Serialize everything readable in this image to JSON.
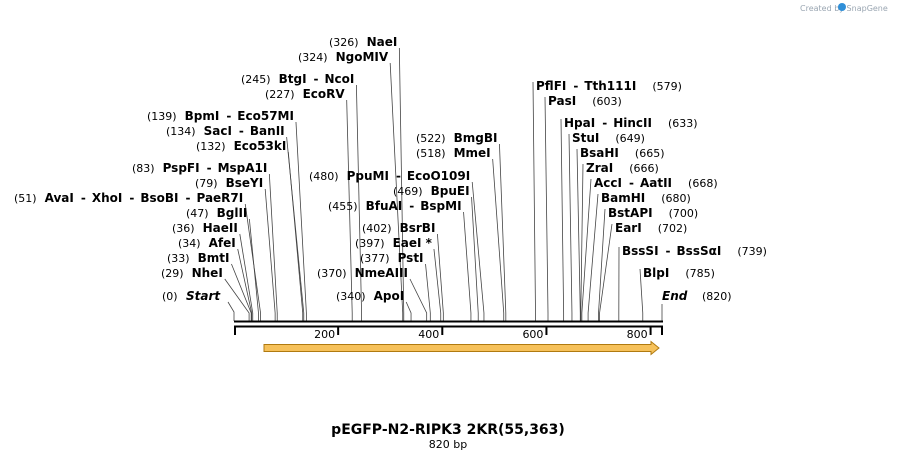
{
  "watermark": "Created by SnapGene",
  "construct": {
    "name": "pEGFP-N2-RIPK3 2KR(55,363)",
    "length_label": "820 bp",
    "length_bp": 820
  },
  "ends": [
    {
      "name": "Start",
      "pos": 0
    },
    {
      "name": "End",
      "pos": 820
    }
  ],
  "ruler": {
    "ticks": [
      "200",
      "400",
      "600",
      "800"
    ]
  },
  "sites": [
    {
      "pos": 51,
      "names": [
        "AvaI",
        "XhoI",
        "BsoBI",
        "PaeR7I"
      ],
      "side": "left"
    },
    {
      "pos": 83,
      "names": [
        "PspFI",
        "MspA1I"
      ],
      "side": "left"
    },
    {
      "pos": 79,
      "names": [
        "BseYI"
      ],
      "side": "left"
    },
    {
      "pos": 47,
      "names": [
        "BglII"
      ],
      "side": "left"
    },
    {
      "pos": 36,
      "names": [
        "HaeII"
      ],
      "side": "left"
    },
    {
      "pos": 34,
      "names": [
        "AfeI"
      ],
      "side": "left"
    },
    {
      "pos": 33,
      "names": [
        "BmtI"
      ],
      "side": "left"
    },
    {
      "pos": 29,
      "names": [
        "NheI"
      ],
      "side": "left"
    },
    {
      "pos": 139,
      "names": [
        "BpmI",
        "Eco57MI"
      ],
      "side": "left"
    },
    {
      "pos": 134,
      "names": [
        "SacI",
        "BanII"
      ],
      "side": "left"
    },
    {
      "pos": 132,
      "names": [
        "Eco53kI"
      ],
      "side": "left"
    },
    {
      "pos": 245,
      "names": [
        "BtgI",
        "NcoI"
      ],
      "side": "left"
    },
    {
      "pos": 227,
      "names": [
        "EcoRV"
      ],
      "side": "left"
    },
    {
      "pos": 326,
      "names": [
        "NaeI"
      ],
      "side": "left"
    },
    {
      "pos": 324,
      "names": [
        "NgoMIV"
      ],
      "side": "left"
    },
    {
      "pos": 480,
      "names": [
        "PpuMI",
        "EcoO109I"
      ],
      "side": "left"
    },
    {
      "pos": 469,
      "names": [
        "BpuEI"
      ],
      "side": "left"
    },
    {
      "pos": 455,
      "names": [
        "BfuAI",
        "BspMI"
      ],
      "side": "left"
    },
    {
      "pos": 402,
      "names": [
        "BsrBI"
      ],
      "side": "left"
    },
    {
      "pos": 397,
      "names": [
        "EaeI *"
      ],
      "side": "left"
    },
    {
      "pos": 377,
      "names": [
        "PstI"
      ],
      "side": "left"
    },
    {
      "pos": 370,
      "names": [
        "NmeAIII"
      ],
      "side": "left"
    },
    {
      "pos": 340,
      "names": [
        "ApoI"
      ],
      "side": "left"
    },
    {
      "pos": 522,
      "names": [
        "BmgBI"
      ],
      "side": "left"
    },
    {
      "pos": 518,
      "names": [
        "MmeI"
      ],
      "side": "left"
    },
    {
      "pos": 579,
      "names": [
        "PflFI",
        "Tth111I"
      ],
      "side": "right"
    },
    {
      "pos": 603,
      "names": [
        "PasI"
      ],
      "side": "right"
    },
    {
      "pos": 633,
      "names": [
        "HpaI",
        "HincII"
      ],
      "side": "right"
    },
    {
      "pos": 649,
      "names": [
        "StuI"
      ],
      "side": "right"
    },
    {
      "pos": 665,
      "names": [
        "BsaHI"
      ],
      "side": "right"
    },
    {
      "pos": 666,
      "names": [
        "ZraI"
      ],
      "side": "right"
    },
    {
      "pos": 668,
      "names": [
        "AccI",
        "AatII"
      ],
      "side": "right"
    },
    {
      "pos": 680,
      "names": [
        "BamHI"
      ],
      "side": "right"
    },
    {
      "pos": 700,
      "names": [
        "BstAPI"
      ],
      "side": "right"
    },
    {
      "pos": 702,
      "names": [
        "EarI"
      ],
      "side": "right"
    },
    {
      "pos": 739,
      "names": [
        "BssSI",
        "BssSαI"
      ],
      "side": "right"
    },
    {
      "pos": 785,
      "names": [
        "BlpI"
      ],
      "side": "right"
    }
  ],
  "colors": {
    "text": "#000000",
    "lines": "#444444",
    "feature_fill": "#f6c15a",
    "feature_stroke": "#b07a10",
    "watermark": "#9aa6b2",
    "watermark_logo": "#2f8fd8"
  }
}
